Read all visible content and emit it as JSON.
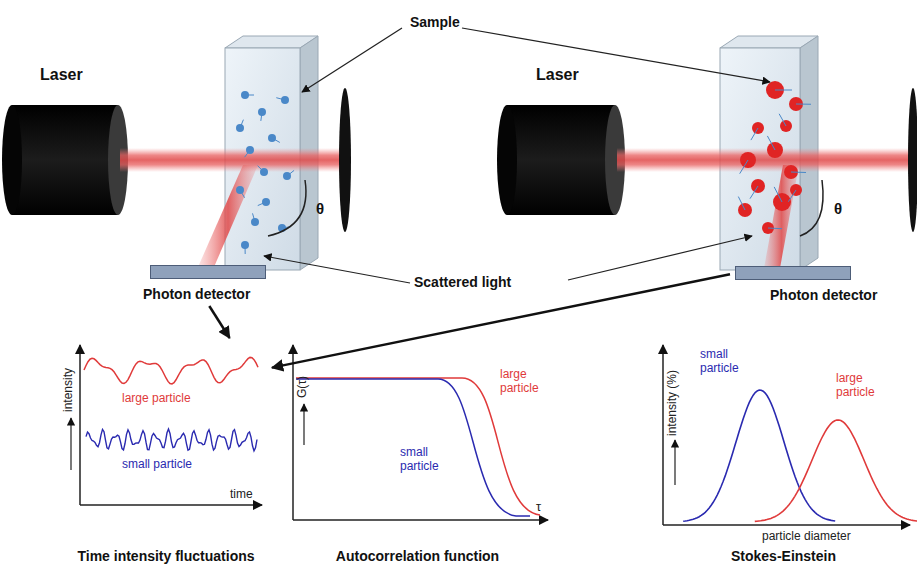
{
  "diagram": {
    "nodes": [
      {
        "text": [
          "Photon detector"
        ]
      },
      {
        "text": [
          "Photon detector"
        ]
      },
      {
        "text": [
          "Time intensity fluctuations"
        ]
      },
      {
        "text": [
          "Autocorrelation function"
        ]
      },
      {
        "text": [
          "Stokes-Einstein"
        ]
      }
    ],
    "edges": [
      {
        "from": 0,
        "to": 2,
        "arrow": "to"
      },
      {
        "from": 1,
        "to": 2,
        "arrow": "to"
      }
    ],
    "labels": [
      "Laser",
      "Sample",
      "Laser",
      "θ",
      "θ",
      "Scattered light",
      "intensity",
      "time",
      "large particle",
      "small particle",
      "G(τ)",
      "τ",
      "large particle",
      "small particle",
      "intensity (%)",
      "particle diameter",
      "small particle",
      "large particle"
    ]
  }
}
